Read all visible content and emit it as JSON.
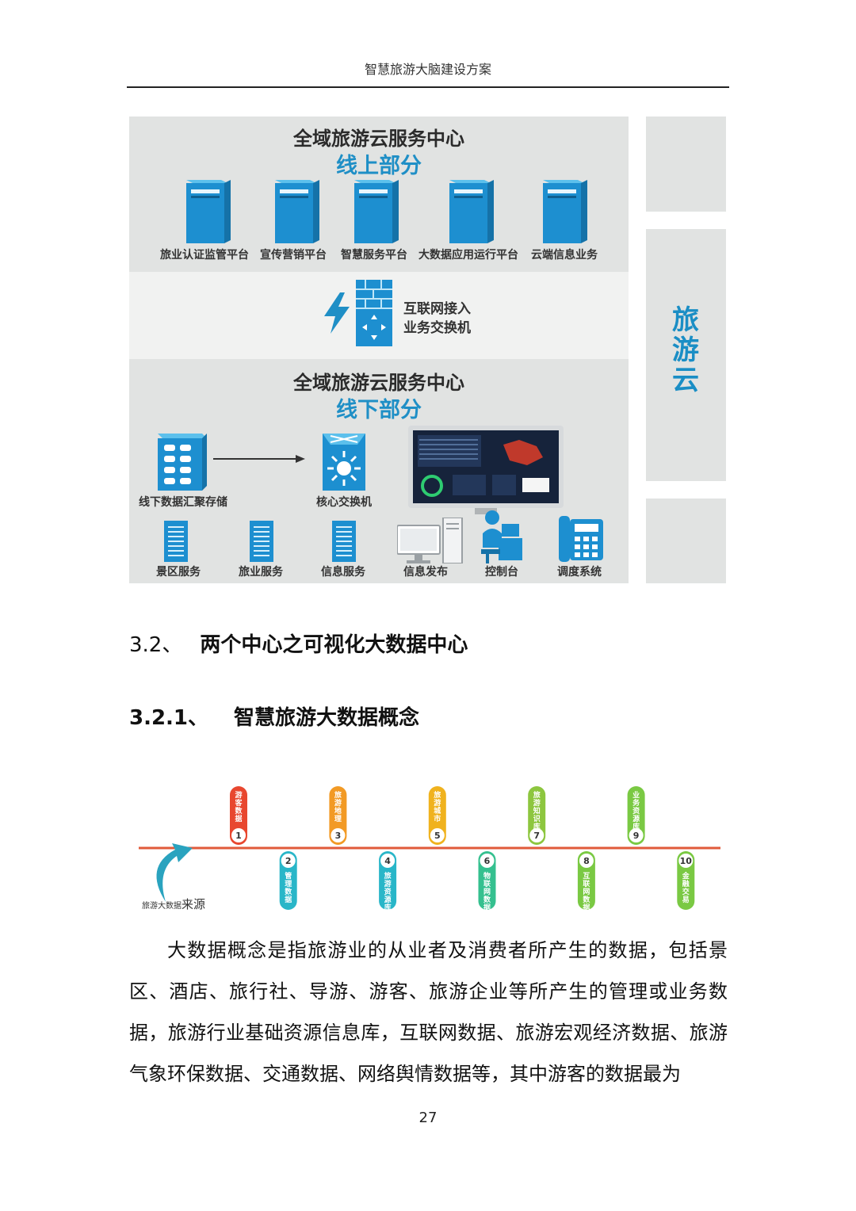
{
  "header": {
    "title": "智慧旅游大脑建设方案"
  },
  "diagram": {
    "online_title": "全域旅游云服务中心",
    "online_sub": "线上部分",
    "online_servers": [
      "旅业认证监管平台",
      "宣传营销平台",
      "智慧服务平台",
      "大数据应用运行平台",
      "云端信息业务"
    ],
    "switch_label_1": "互联网接入",
    "switch_label_2": "业务交换机",
    "offline_title": "全域旅游云服务中心",
    "offline_sub": "线下部分",
    "storage_label": "线下数据汇聚存储",
    "core_switch_label": "核心交换机",
    "offline_items": [
      "景区服务",
      "旅业服务",
      "信息服务",
      "信息发布",
      "控制台",
      "调度系统"
    ],
    "cloud_label": "旅游云",
    "colors": {
      "accent": "#1f8fc6",
      "panel": "#e1e3e2"
    }
  },
  "section": {
    "num": "3.2、",
    "title": "两个中心之可视化大数据中心"
  },
  "subsection": {
    "num": "3.2.1、",
    "title": "智慧旅游大数据概念"
  },
  "timeline": {
    "source_label_small": "旅游大数据",
    "source_label_big": "来源",
    "items": [
      {
        "n": "1",
        "label": "游客数据",
        "color": "#e8472f",
        "pos": "top"
      },
      {
        "n": "2",
        "label": "管理数据",
        "color": "#29b6c8",
        "pos": "bottom"
      },
      {
        "n": "3",
        "label": "旅游地理",
        "color": "#f29a25",
        "pos": "top"
      },
      {
        "n": "4",
        "label": "旅游资源库",
        "color": "#29b6c8",
        "pos": "bottom"
      },
      {
        "n": "5",
        "label": "旅游城市",
        "color": "#f0b21e",
        "pos": "top"
      },
      {
        "n": "6",
        "label": "物联网数据",
        "color": "#35c08f",
        "pos": "bottom"
      },
      {
        "n": "7",
        "label": "旅游知识库",
        "color": "#8dc63f",
        "pos": "top"
      },
      {
        "n": "8",
        "label": "互联网数据",
        "color": "#7ac943",
        "pos": "bottom"
      },
      {
        "n": "9",
        "label": "业务资源库",
        "color": "#7ac943",
        "pos": "top"
      },
      {
        "n": "10",
        "label": "金融交易",
        "color": "#7ac943",
        "pos": "bottom"
      }
    ],
    "colors": {
      "axis": "#e05a3a",
      "arrow": "#2aa3bf"
    }
  },
  "body": {
    "paragraph": "大数据概念是指旅游业的从业者及消费者所产生的数据，包括景区、酒店、旅行社、导游、游客、旅游企业等所产生的管理或业务数据，旅游行业基础资源信息库，互联网数据、旅游宏观经济数据、旅游气象环保数据、交通数据、网络舆情数据等，其中游客的数据最为"
  },
  "page_number": "27"
}
